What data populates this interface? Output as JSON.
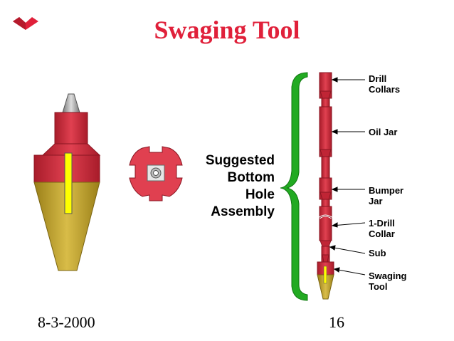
{
  "slide": {
    "title": "Swaging Tool",
    "date": "8-3-2000",
    "page_number": "16",
    "logo_icon": "red-bird-logo-icon",
    "assembly_label_lines": [
      "Suggested",
      "Bottom",
      "Hole",
      "Assembly"
    ],
    "callouts": [
      {
        "lines": [
          "Drill",
          "Collars"
        ]
      },
      {
        "lines": [
          "Oil Jar"
        ]
      },
      {
        "lines": [
          "Bumper",
          "Jar"
        ]
      },
      {
        "lines": [
          "1-Drill",
          "Collar"
        ]
      },
      {
        "lines": [
          "Sub"
        ]
      },
      {
        "lines": [
          "Swaging",
          "Tool"
        ]
      }
    ]
  },
  "colors": {
    "title": "#e0203a",
    "red_body": "#d83040",
    "gold_cone": "#c8a830",
    "brace_green": "#22aa22",
    "indicator_yellow": "#ffff00"
  }
}
